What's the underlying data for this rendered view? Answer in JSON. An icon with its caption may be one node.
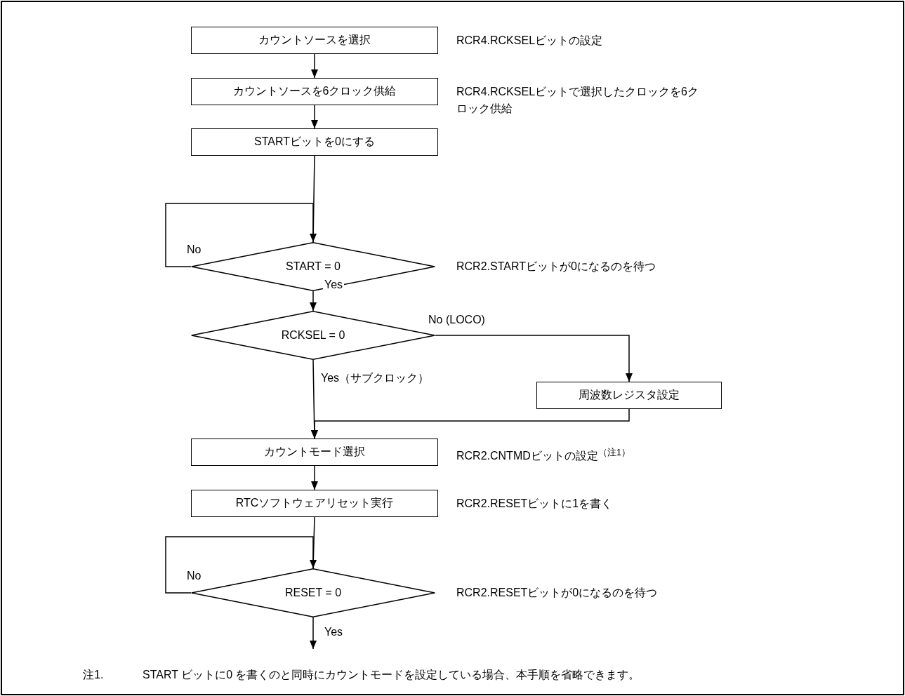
{
  "diagram": {
    "nodes": [
      {
        "text": [
          "カウントソースを選択"
        ],
        "beside": [
          "RCR4.RCKSELビットの設定"
        ]
      },
      {
        "text": [
          "カウントソースを6クロック供給"
        ],
        "beside": [
          "RCR4.RCKSELビットで選択したクロックを6クロック供給"
        ]
      },
      {
        "text": [
          "STARTビットを0にする"
        ]
      },
      {
        "text": [
          "START = 0"
        ],
        "beside": [
          "RCR2.STARTビットが0になるのを待つ"
        ]
      },
      {
        "text": [
          "RCKSEL = 0"
        ]
      },
      {
        "text": [
          "周波数レジスタ設定"
        ]
      },
      {
        "text": [
          "カウントモード選択"
        ],
        "beside": [
          "RCR2.CNTMDビットの設定$^{（注1）}$"
        ]
      },
      {
        "text": [
          "RTCソフトウェアリセット実行"
        ],
        "beside": [
          "RCR2.RESETビットに1を書く"
        ]
      },
      {
        "text": [
          "RESET = 0"
        ],
        "beside": [
          "RCR2.RESETビットが0になるのを待つ"
        ]
      }
    ],
    "edges": [
      {
        "from": 0,
        "to": 1,
        "arrow": "to"
      },
      {
        "from": 1,
        "to": 2,
        "arrow": "to"
      },
      {
        "from": 2,
        "to": 3,
        "arrow": "none"
      },
      {
        "from": 3,
        "to": 3,
        "arrow": "to",
        "label": "No"
      },
      {
        "from": 3,
        "to": 4,
        "arrow": "to",
        "label": "Yes"
      },
      {
        "from": 4,
        "to": 5,
        "arrow": "to",
        "label": "No (LOCO)"
      },
      {
        "from": 4,
        "to": 6,
        "arrow": "to",
        "label": "Yes（サブクロック）"
      },
      {
        "from": 5,
        "to": 6,
        "arrow": "to"
      },
      {
        "from": 6,
        "to": 7,
        "arrow": "to"
      },
      {
        "from": 7,
        "to": 8,
        "arrow": "none"
      },
      {
        "from": 8,
        "to": 8,
        "arrow": "to",
        "label": "No"
      },
      {
        "from": 8,
        "to": null,
        "arrow": "to",
        "label": "Yes"
      }
    ],
    "labels": [
      "注1.",
      "START ビットに0 を書くのと同時にカウントモードを設定している場合、本手順を省略できます。"
    ]
  }
}
